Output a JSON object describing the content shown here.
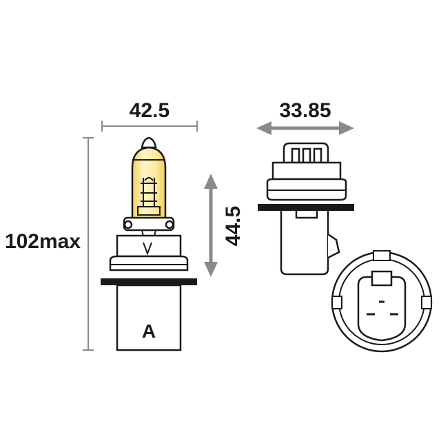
{
  "dimensions": {
    "bulb_width": "42.5",
    "total_height": "102max",
    "glass_height": "44.5",
    "base_width": "33.85"
  },
  "base_mark": "A",
  "colors": {
    "ink": "#1a1a1a",
    "dimension_line": "#8a8a8a",
    "glass_tint": "#fde9a0",
    "glass_tint_edge": "#f3cf5c"
  }
}
